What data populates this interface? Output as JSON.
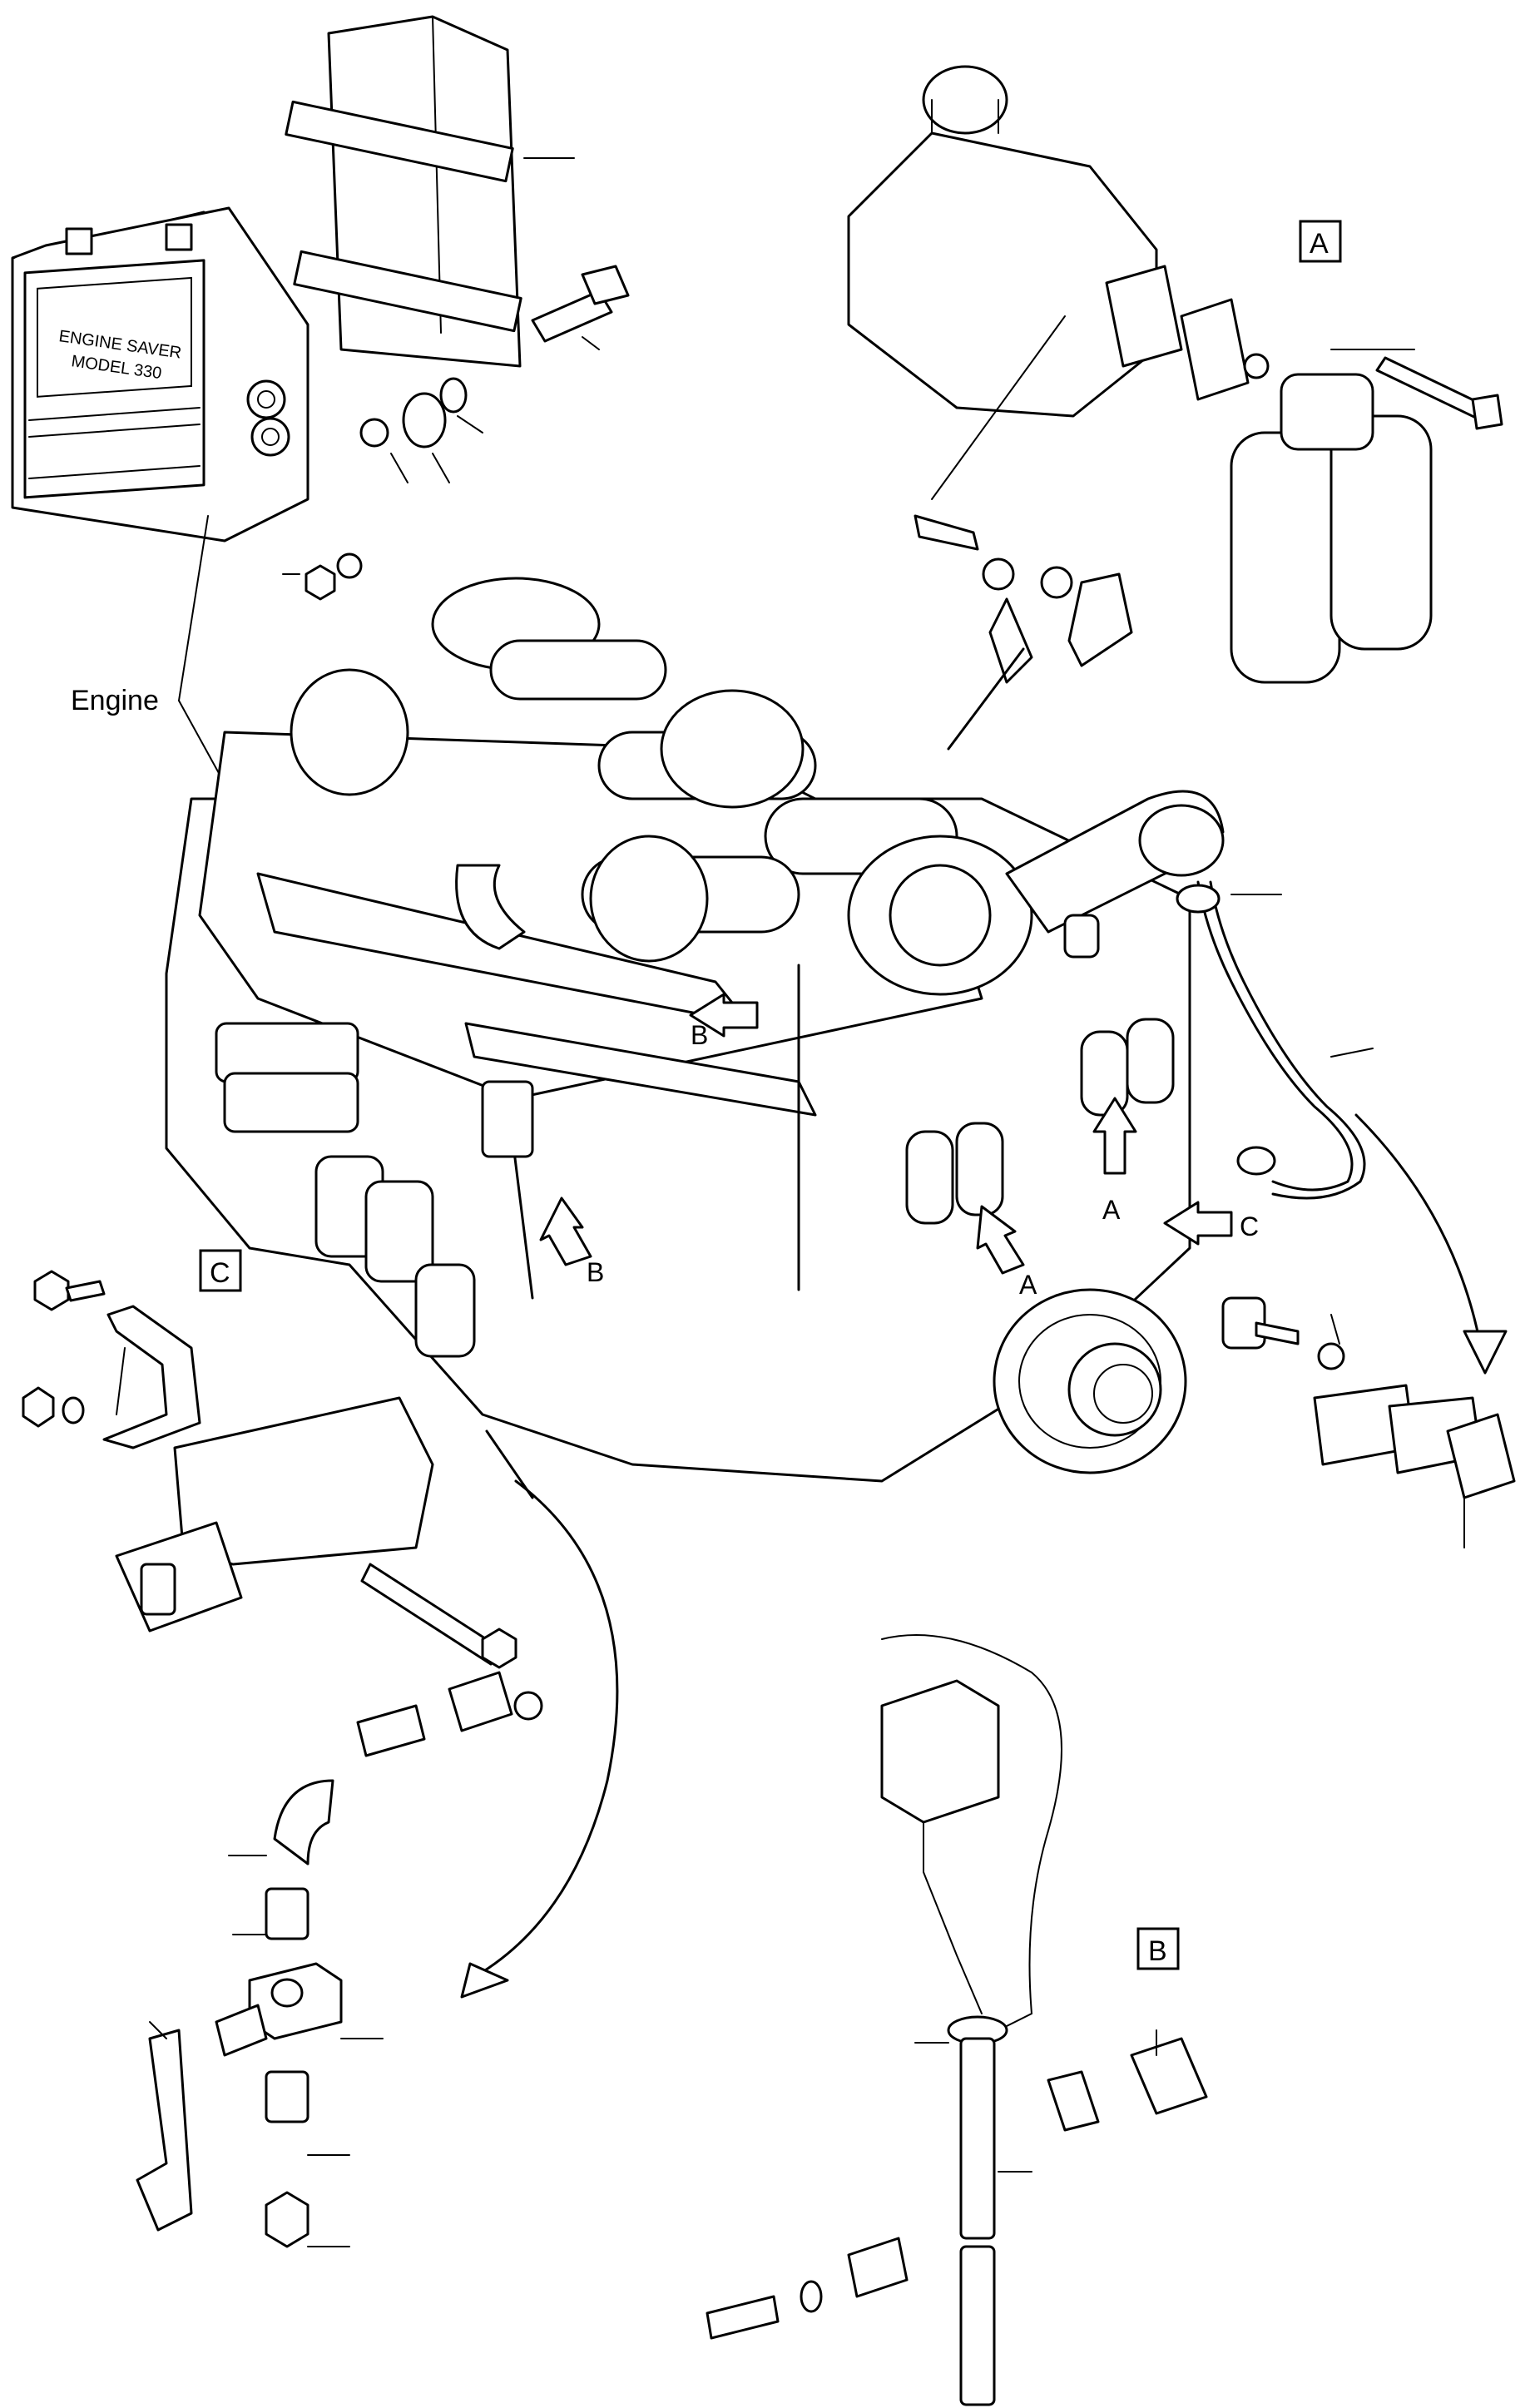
{
  "labels": {
    "engine": "Engine",
    "module_line1": "ENGINE SAVER",
    "module_line2": "MODEL 330",
    "box_a": "A",
    "box_b": "B",
    "box_c": "C",
    "arrow_a1": "A",
    "arrow_a2": "A",
    "arrow_b1": "B",
    "arrow_b2": "B",
    "arrow_c": "C"
  }
}
